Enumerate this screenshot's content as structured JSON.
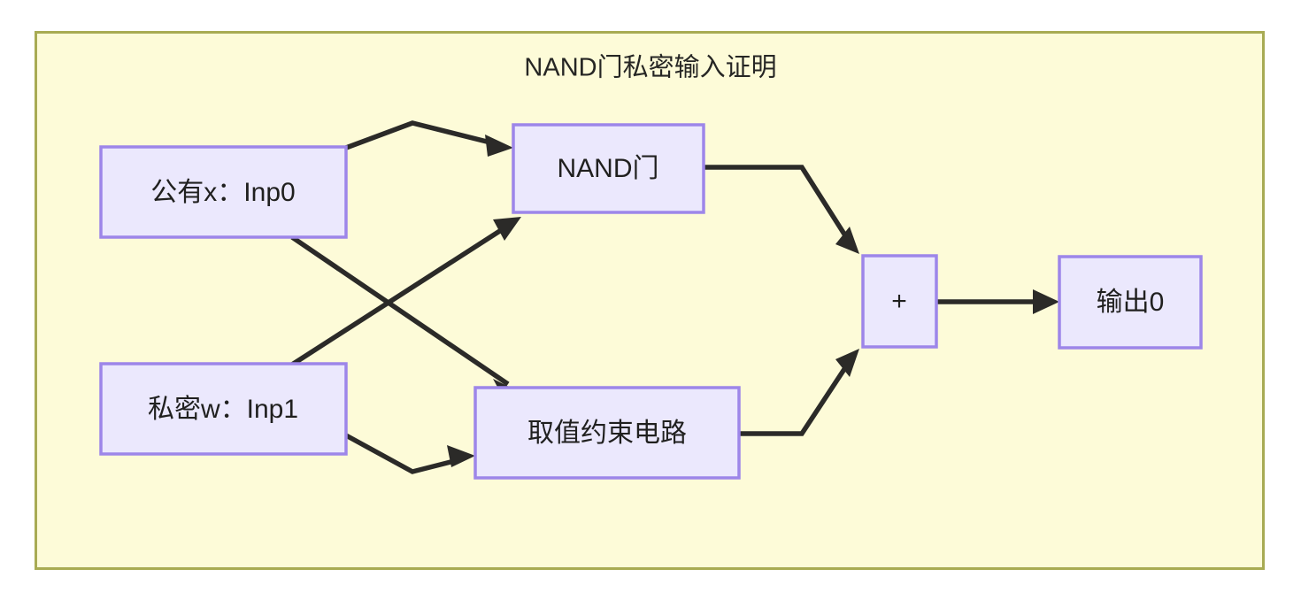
{
  "diagram": {
    "title": "NAND门私密输入证明",
    "background_color": "#fdfbd8",
    "frame_border_color": "#a8ab53",
    "node_fill_color": "#ebe8fd",
    "node_border_color": "#9d86e9",
    "edge_color": "#2b2a28",
    "nodes": [
      {
        "id": "inp0",
        "label": "公有x：Inp0"
      },
      {
        "id": "inp1",
        "label": "私密w：Inp1"
      },
      {
        "id": "nand",
        "label": "NAND门"
      },
      {
        "id": "constraint",
        "label": "取值约束电路"
      },
      {
        "id": "sum",
        "label": "+"
      },
      {
        "id": "out",
        "label": "输出0"
      }
    ],
    "edges": [
      {
        "from": "公有x：Inp0",
        "to": "NAND门"
      },
      {
        "from": "公有x：Inp0",
        "to": "取值约束电路"
      },
      {
        "from": "私密w：Inp1",
        "to": "NAND门"
      },
      {
        "from": "私密w：Inp1",
        "to": "取值约束电路"
      },
      {
        "from": "NAND门",
        "to": "+"
      },
      {
        "from": "取值约束电路",
        "to": "+"
      },
      {
        "from": "+",
        "to": "输出0"
      }
    ]
  }
}
